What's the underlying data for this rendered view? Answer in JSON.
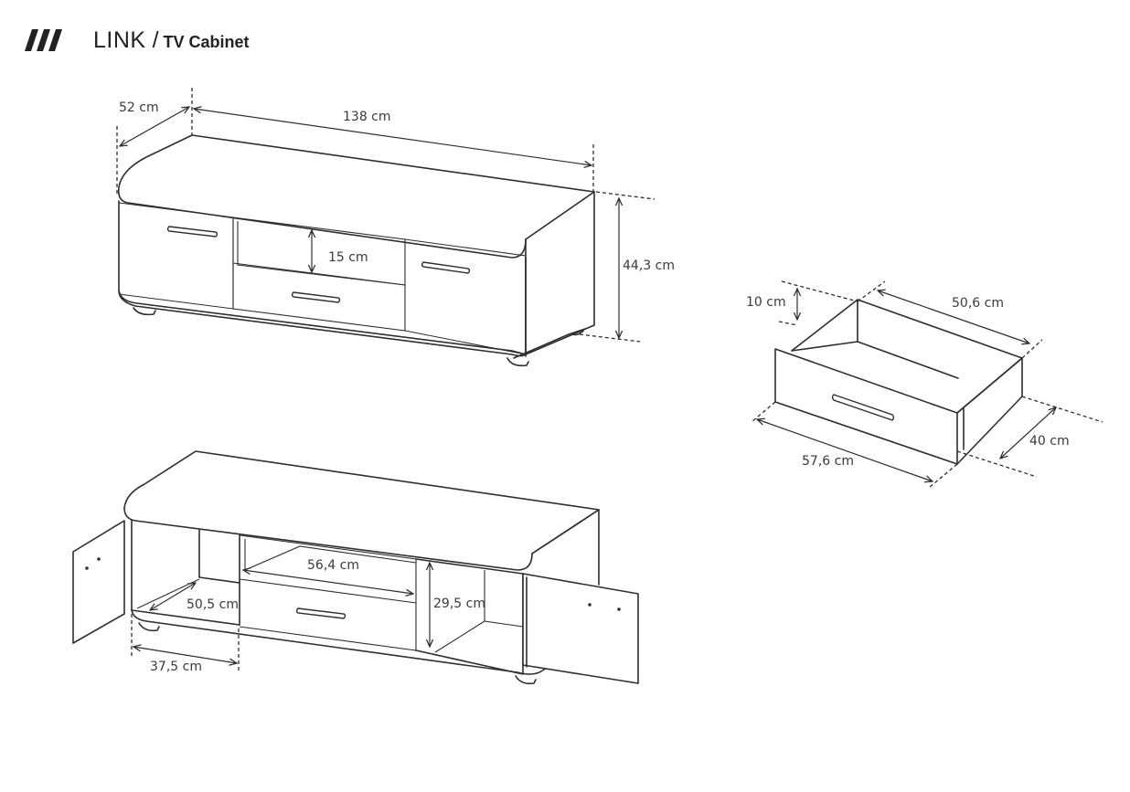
{
  "header": {
    "brand": "LINK",
    "separator": "/",
    "product": "TV Cabinet"
  },
  "dimensions": {
    "depth": "52 cm",
    "width": "138 cm",
    "height": "44,3 cm",
    "niche_height": "15 cm",
    "drawer_height": "10 cm",
    "drawer_inner_width": "50,6 cm",
    "drawer_front_width": "57,6 cm",
    "drawer_depth": "40 cm",
    "inner_depth": "50,5 cm",
    "compartment_width": "37,5 cm",
    "niche_width": "56,4 cm",
    "compartment_height": "29,5 cm"
  },
  "colors": {
    "line": "#2e2e2e",
    "text": "#222222",
    "background": "#ffffff"
  }
}
